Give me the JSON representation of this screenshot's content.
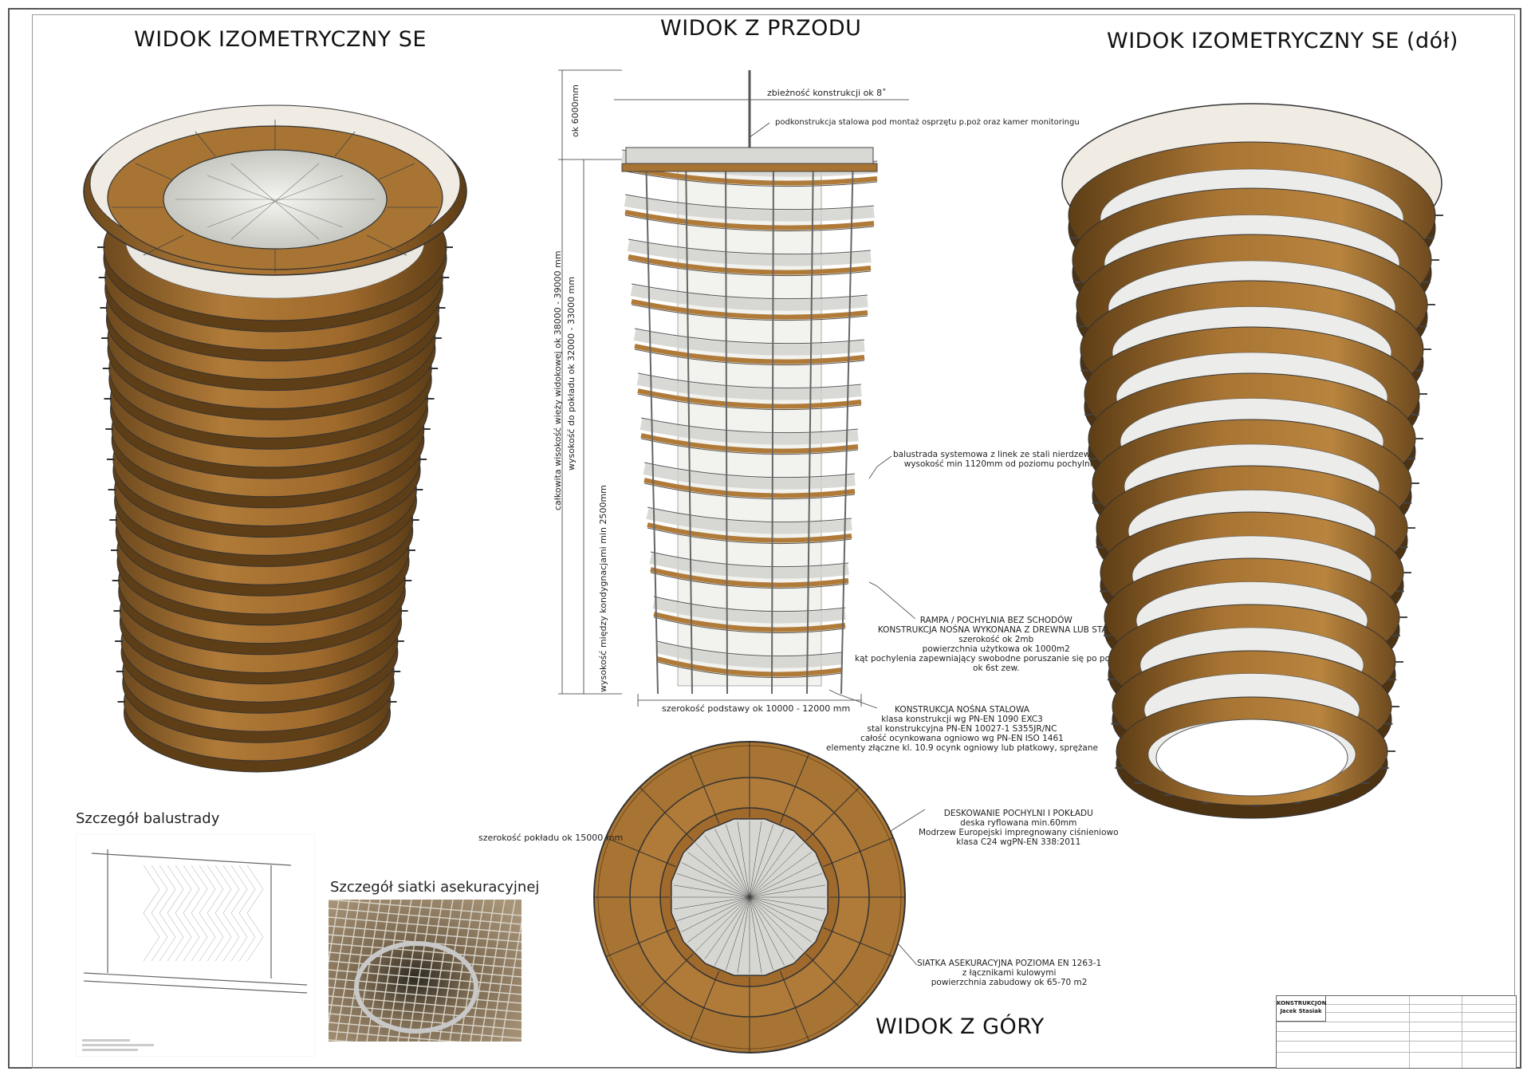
{
  "views": {
    "iso_se": "WIDOK IZOMETRYCZNY SE",
    "front": "WIDOK Z PRZODU",
    "iso_se_bottom": "WIDOK IZOMETRYCZNY SE (dół)",
    "top": "WIDOK Z GÓRY"
  },
  "front_notes": {
    "taper": "zbieżność konstrukcji ok 8˚",
    "substructure": "podkonstrukcja stalowa pod montaż osprzętu p.poż oraz kamer monitoringu",
    "railing": [
      "balustrada systemowa z linek ze stali nierdzewnej",
      "wysokość min 1120mm od poziomu pochylni"
    ],
    "ramp": [
      "RAMPA / POCHYLNIA BEZ SCHODÓW",
      "KONSTRUKCJA NOŚNA WYKONANA Z DREWNA LUB STALI",
      "szerokość ok 2mb",
      "powierzchnia użytkowa ok 1000m2",
      "kąt pochylenia zapewniający swobodne poruszanie się po pochylni,",
      "ok 6st zew."
    ],
    "steel": [
      "KONSTRUKCJA NOŚNA STALOWA",
      "klasa konstrukcji wg PN-EN 1090 EXC3",
      "stal konstrukcyjna PN-EN 10027-1 S355JR/NC",
      "całość ocynkowana ogniowo wg PN-EN ISO 1461",
      "elementy złączne kl. 10.9 ocynk ogniowy lub płatkowy, sprężane"
    ]
  },
  "dimensions": {
    "top_height": "ok 6000mm",
    "total_height": "całkowita wisokość wieży widokowej ok 38000 - 39000 mm",
    "deck_height": "wysokość do pokładu ok 32000 - 33000 mm",
    "storey_height": "wysokość między kondygnacjami min 2500mm",
    "base_width": "szerokość podstawy ok 10000 - 12000 mm",
    "deck_width": "szerokość pokładu ok 15000 mm"
  },
  "top_notes": {
    "decking": [
      "DESKOWANIE POCHYLNI I POKŁADU",
      "deska ryflowana min.60mm",
      "Modrzew Europejski impregnowany ciśnieniowo",
      "klasa C24 wgPN-EN 338:2011"
    ],
    "net": [
      "SIATKA ASEKURACYJNA POZIOMA EN 1263-1",
      "z łącznikami kulowymi",
      "powierzchnia zabudowy ok 65-70 m2"
    ]
  },
  "details": {
    "railing_detail": "Szczegół balustrady",
    "net_detail": "Szczegół siatki asekuracyjnej"
  },
  "title_block": {
    "company_line1": "KONSTRUKCJON",
    "company_line2": "Jacek Stasiak"
  },
  "colors": {
    "wood": "#a87433",
    "wood_dark": "#6e4a1e",
    "wood_light": "#c99050",
    "steel": "#8a8a8a",
    "line": "#333333"
  }
}
